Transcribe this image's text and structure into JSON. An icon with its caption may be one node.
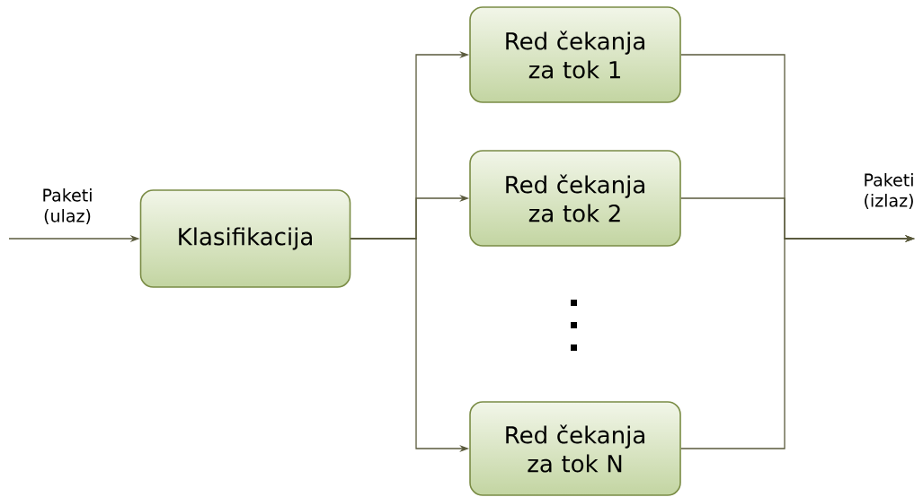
{
  "diagram": {
    "nodes": [
      {
        "text": [
          "Klasifikacija"
        ]
      },
      {
        "text": [
          "Red čekanja za tok 1"
        ]
      },
      {
        "text": [
          "Red čekanja za tok 2"
        ]
      },
      {
        "text": [
          "Red čekanja za tok N"
        ]
      }
    ],
    "edges": [
      {
        "from": null,
        "to": 0,
        "arrow": "to",
        "label": "Paketi (ulaz)"
      },
      {
        "from": 0,
        "to": 1,
        "arrow": "to"
      },
      {
        "from": 0,
        "to": 2,
        "arrow": "to"
      },
      {
        "from": 0,
        "to": 3,
        "arrow": "to"
      },
      {
        "from": 1,
        "to": null,
        "arrow": "to"
      },
      {
        "from": 2,
        "to": null,
        "arrow": "to"
      },
      {
        "from": 3,
        "to": null,
        "arrow": "to"
      }
    ],
    "labels": [
      "Paketi (izlaz)"
    ]
  }
}
